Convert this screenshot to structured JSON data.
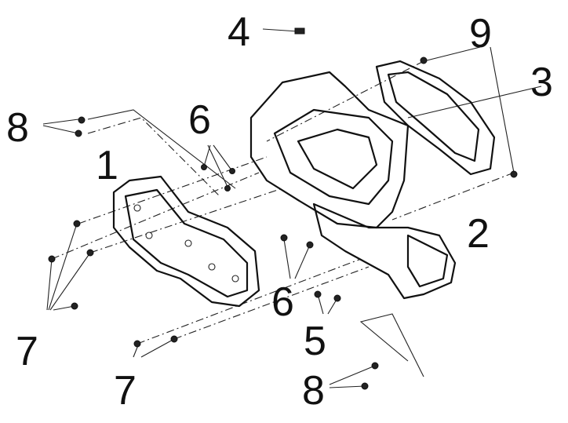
{
  "diagram": {
    "callouts": [
      {
        "id": "c4",
        "label": "4"
      },
      {
        "id": "c9",
        "label": "9"
      },
      {
        "id": "c3",
        "label": "3"
      },
      {
        "id": "c8a",
        "label": "8"
      },
      {
        "id": "c6a",
        "label": "6"
      },
      {
        "id": "c1",
        "label": "1"
      },
      {
        "id": "c2",
        "label": "2"
      },
      {
        "id": "c6b",
        "label": "6"
      },
      {
        "id": "c5",
        "label": "5"
      },
      {
        "id": "c7a",
        "label": "7"
      },
      {
        "id": "c7b",
        "label": "7"
      },
      {
        "id": "c8b",
        "label": "8"
      }
    ]
  }
}
